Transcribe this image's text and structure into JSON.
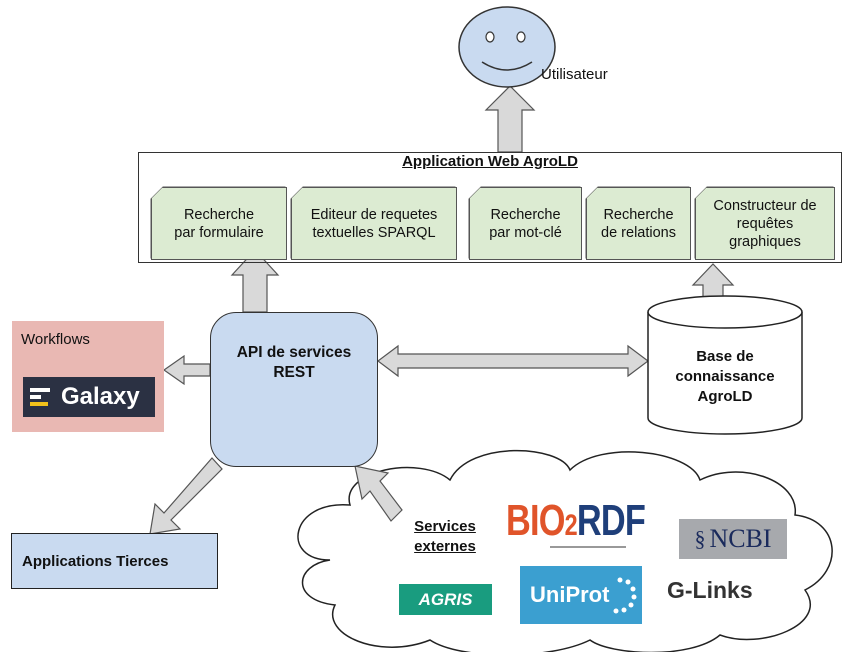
{
  "user": {
    "label": "Utilisateur"
  },
  "webapp": {
    "title": "Application Web AgroLD",
    "modules": [
      {
        "lines": [
          "Recherche",
          "par formulaire"
        ]
      },
      {
        "lines": [
          "Editeur de requetes",
          "textuelles SPARQL"
        ]
      },
      {
        "lines": [
          "Recherche",
          "par mot-clé"
        ]
      },
      {
        "lines": [
          "Recherche",
          "de relations"
        ]
      },
      {
        "lines": [
          "Constructeur de",
          "requêtes",
          "graphiques"
        ]
      }
    ]
  },
  "api": {
    "lines": [
      "API de services",
      "REST"
    ]
  },
  "workflows": {
    "label": "Workflows",
    "galaxy_label": "Galaxy"
  },
  "knowledge_base": {
    "lines": [
      "Base de",
      "connaissance",
      "AgroLD"
    ]
  },
  "third_party": {
    "label": "Applications Tierces"
  },
  "external": {
    "label_lines": [
      "Services",
      "externes"
    ],
    "logos": {
      "bio2rdf": {
        "part1": "BIO",
        "part2": "2",
        "part3": "RDF",
        "part1_color": "#e0542a",
        "part3_color": "#1f3f7a"
      },
      "ncbi": "NCBI",
      "agris": "AGRIS",
      "uniprot": "UniProt",
      "glinks": "G-Links"
    }
  },
  "colors": {
    "module_fill": "#dcebd2",
    "api_fill": "#c9daf0",
    "workflow_fill": "#e9b8b3",
    "arrow_fill": "#d9d9d9",
    "face_fill": "#c9daf0"
  }
}
